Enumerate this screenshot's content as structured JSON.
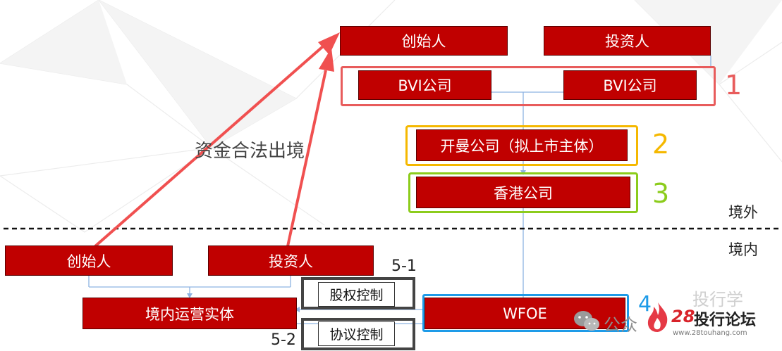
{
  "offshore": {
    "founder": "创始人",
    "investor": "投资人",
    "bvi_left": "BVI公司",
    "bvi_right": "BVI公司",
    "cayman": "开曼公司（拟上市主体）",
    "hongkong": "香港公司",
    "wfoe": "WFOE"
  },
  "onshore": {
    "founder": "创始人",
    "investor": "投资人",
    "operating_entity": "境内运营实体"
  },
  "step_numbers": [
    "1",
    "2",
    "3",
    "4"
  ],
  "step_labels": {
    "equity_step": "5-1",
    "agreement_step": "5-2"
  },
  "control_labels": {
    "equity": "股权控制",
    "agreement": "协议控制"
  },
  "region_labels": {
    "offshore": "境外",
    "onshore": "境内"
  },
  "flow_label": "资金合法出境",
  "watermark": {
    "account": "公众",
    "forum_prefix": "28",
    "forum_name": "投行论坛",
    "url": "www.28touhang.com",
    "faint_text": "投行学"
  },
  "colors": {
    "box_fill": "#c00000",
    "arrow": "#f05050",
    "step1": "#e85c5c",
    "step2": "#f5b800",
    "step3": "#8ccc1c",
    "step4": "#1e9be8",
    "connector": "#8db3e2"
  }
}
